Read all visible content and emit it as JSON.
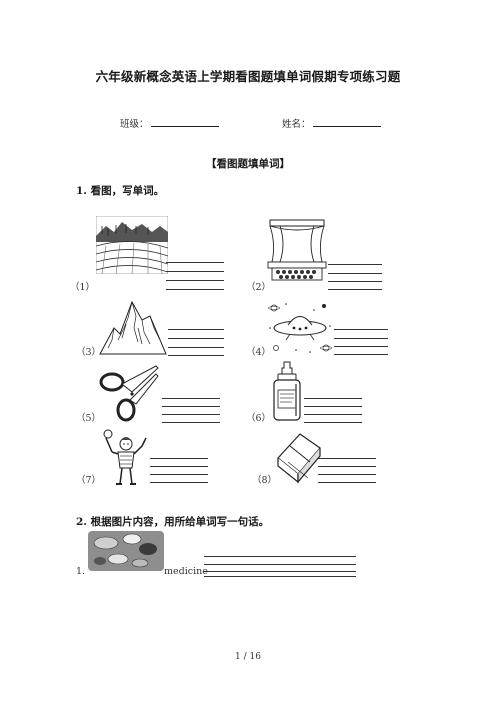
{
  "title": "六年级新概念英语上学期看图题填单词假期专项练习题",
  "info": {
    "class_label": "班级：",
    "name_label": "姓名："
  },
  "section_title": "【看图题填单词】",
  "q1": {
    "title": "1.  看图，写单词。",
    "items": [
      {
        "label": "（1）",
        "icon": "landscape-fields-icon"
      },
      {
        "label": "（2）",
        "icon": "stage-curtain-icon"
      },
      {
        "label": "（3）",
        "icon": "mountain-icon"
      },
      {
        "label": "（4）",
        "icon": "ufo-icon"
      },
      {
        "label": "（5）",
        "icon": "scissors-icon"
      },
      {
        "label": "（6）",
        "icon": "glue-bottle-icon"
      },
      {
        "label": "（7）",
        "icon": "boy-waving-icon"
      },
      {
        "label": "（8）",
        "icon": "eraser-icon"
      }
    ]
  },
  "q2": {
    "title": "2.  根据图片内容，用所给单词写一句话。",
    "item_number": "1.",
    "word": "medicine",
    "icon": "pills-icon"
  },
  "footer": {
    "page": "1  /  16"
  }
}
